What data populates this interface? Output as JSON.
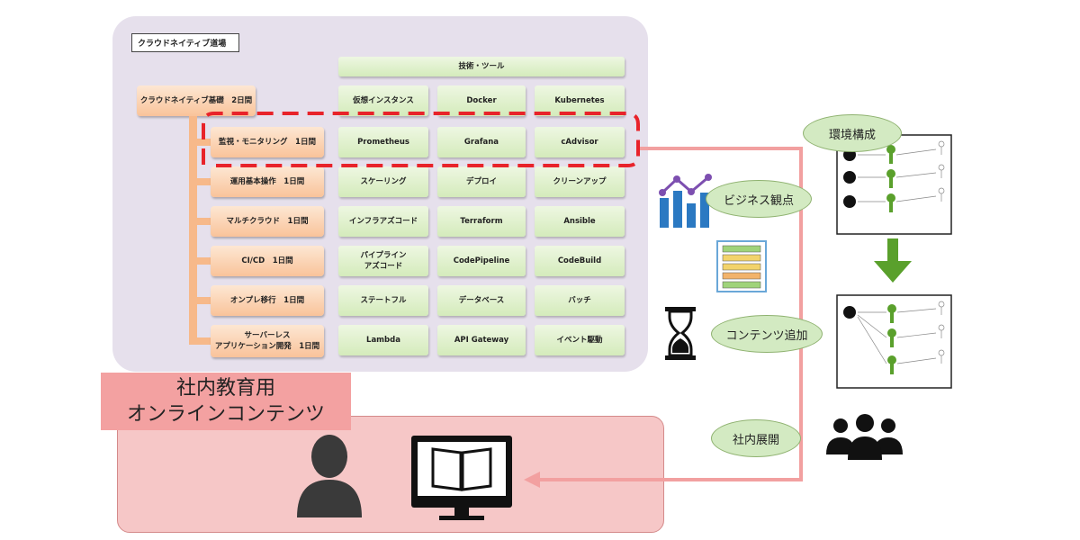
{
  "panel": {
    "tag": "クラウドネイティブ道場",
    "main_course": "クラウドネイティブ基礎　2日間",
    "header": "技術・ツール",
    "courses": [
      {
        "label": "監視・モニタリング　1日間",
        "tools": [
          "Prometheus",
          "Grafana",
          "cAdvisor"
        ]
      },
      {
        "label": "運用基本操作　1日間",
        "tools": [
          "スケーリング",
          "デプロイ",
          "クリーンアップ"
        ]
      },
      {
        "label": "マルチクラウド　1日間",
        "tools": [
          "インフラアズコード",
          "Terraform",
          "Ansible"
        ]
      },
      {
        "label": "CI/CD　1日間",
        "tools": [
          "パイプライン\nアズコード",
          "CodePipeline",
          "CodeBuild"
        ]
      },
      {
        "label": "オンプレ移行　1日間",
        "tools": [
          "ステートフル",
          "データベース",
          "バッチ"
        ]
      },
      {
        "label": "サーバーレス\nアプリケーション開発　1日間",
        "tools": [
          "Lambda",
          "API Gateway",
          "イベント駆動"
        ]
      }
    ],
    "base_tools": [
      "仮想インスタンス",
      "Docker",
      "Kubernetes"
    ]
  },
  "labels": {
    "environment": "環境構成",
    "business": "ビジネス観点",
    "content_add": "コンテンツ追加",
    "internal": "社内展開"
  },
  "bottom": {
    "title_line1": "社内教育用",
    "title_line2": "オンラインコンテンツ"
  },
  "icons": [
    "chart-icon",
    "table-icon",
    "hourglass-icon",
    "users-icon",
    "person-icon",
    "monitor-book-icon",
    "down-arrow-icon",
    "key-icon"
  ],
  "colors": {
    "panel": "#e6e0ec",
    "orange": "#f9c39a",
    "green": "#d4ebbb",
    "dash": "#e8232a",
    "flow": "#f2a0a0",
    "pink_box": "#f6c7c7",
    "arrow_green": "#5aa02c"
  }
}
